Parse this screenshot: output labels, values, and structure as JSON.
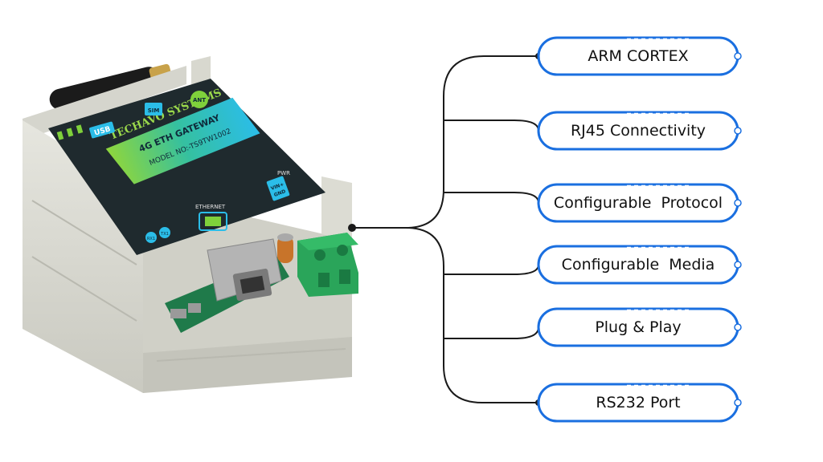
{
  "device": {
    "brand": "TECHAVO SYSTEMS",
    "product": "4G ETH GATEWAY",
    "model": "MODEL NO:-TS9TW1002",
    "port_usb": "USB",
    "port_ethernet": "ETHERNET",
    "port_pwr": "PWR",
    "port_vin": "VIN+",
    "port_gnd": "GND",
    "port_rx": "RX1",
    "port_tx": "TX1",
    "port_ant": "ANT",
    "port_sim": "SIM"
  },
  "features": [
    {
      "label": "ARM CORTEX"
    },
    {
      "label": "RJ45 Connectivity"
    },
    {
      "label": "Configurable  Protocol"
    },
    {
      "label": "Configurable  Media"
    },
    {
      "label": "Plug & Play"
    },
    {
      "label": "RS232 Port"
    }
  ],
  "colors": {
    "pill_border": "#1a6fe0",
    "connector_line": "#1a1a1a",
    "device_top": "#1f2a2e",
    "device_shell": "#d9d9d1",
    "terminal_green": "#2aa55a",
    "label_cyan": "#2bbde8",
    "label_green": "#7fd13b"
  }
}
